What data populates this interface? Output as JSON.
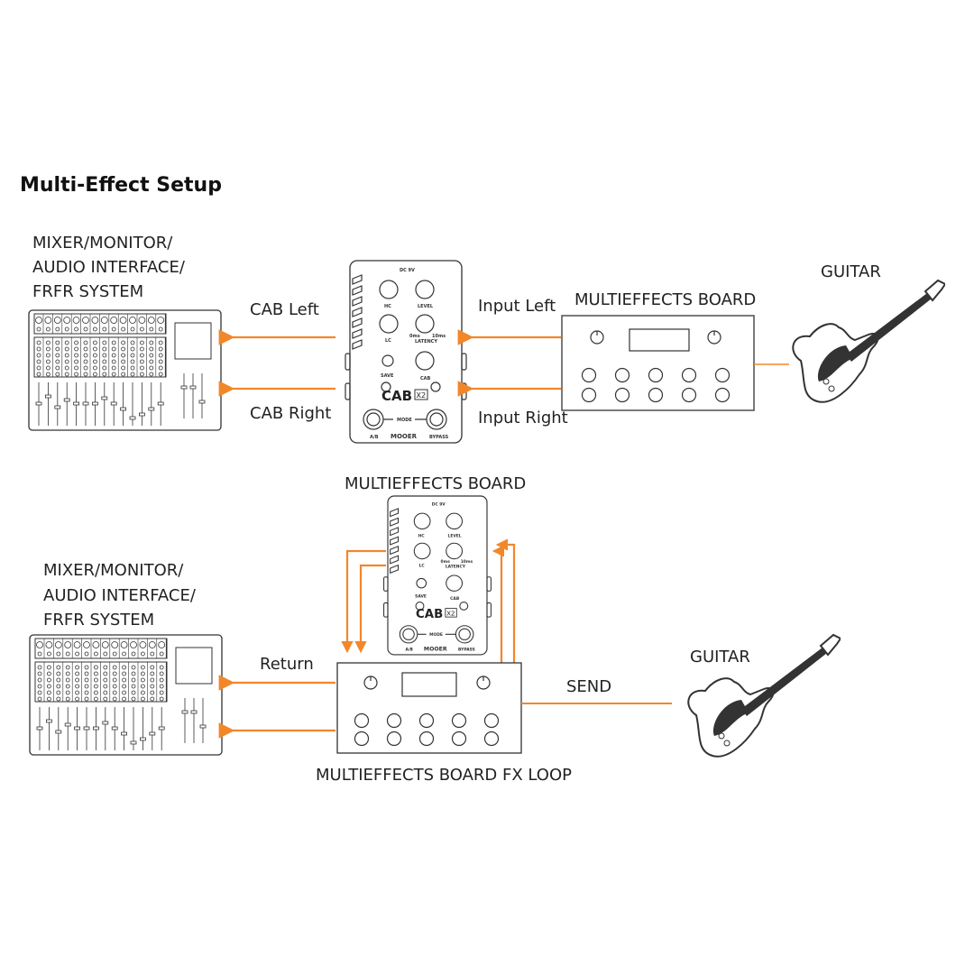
{
  "title": "Multi-Effect Setup",
  "colors": {
    "arrow": "#F2872A",
    "line": "#333333"
  },
  "top": {
    "mixer_label": [
      "MIXER/MONITOR/",
      "AUDIO INTERFACE/",
      "FRFR SYSTEM"
    ],
    "cab_left": "CAB Left",
    "cab_right": "CAB Right",
    "input_left": "Input Left",
    "input_right": "Input Right",
    "board_label": "MULTIEFFECTS BOARD",
    "guitar_label": "GUITAR"
  },
  "bottom": {
    "mixer_label": [
      "MIXER/MONITOR/",
      "AUDIO INTERFACE/",
      "FRFR SYSTEM"
    ],
    "pedal_label": "MULTIEFFECTS BOARD",
    "return": "Return",
    "send": "SEND",
    "board_label": "MULTIEFFECTS BOARD FX LOOP",
    "guitar_label": "GUITAR"
  },
  "pedal": {
    "power": "DC 9V",
    "hc": "HC",
    "level": "LEVEL",
    "lc": "LC",
    "latency": "LATENCY",
    "lat_min": "0ms",
    "lat_max": "10ms",
    "save": "SAVE",
    "cab": "CAB",
    "logo": "CAB",
    "logo_suffix": "X2",
    "mode": "MODE",
    "ab": "A/B",
    "bypass": "BYPASS",
    "brand": "MOOER",
    "slots": [
      "1",
      "2",
      "3",
      "4",
      "5",
      "6",
      "7"
    ]
  }
}
